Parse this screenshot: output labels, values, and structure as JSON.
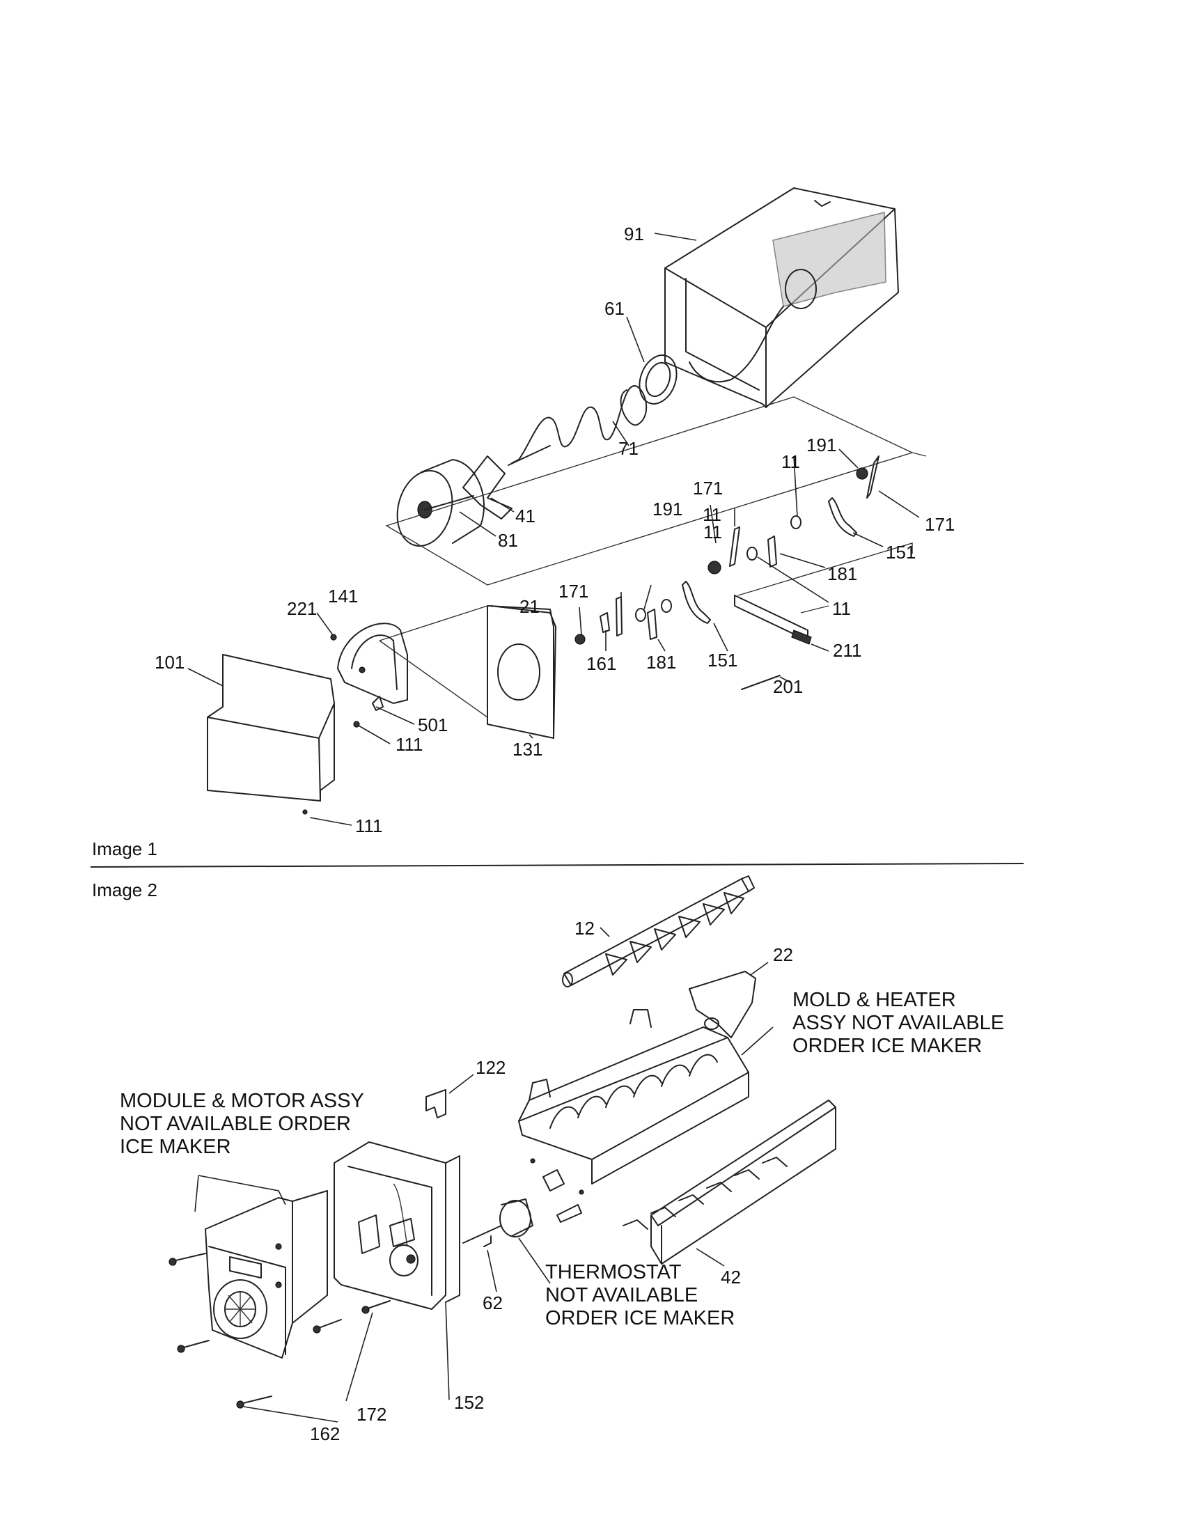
{
  "sections": {
    "image1": "Image 1",
    "image2": "Image 2"
  },
  "image1_callouts": {
    "p91": "91",
    "p61": "61",
    "p71": "71",
    "p41": "41",
    "p81": "81",
    "p191a": "191",
    "p11a": "11",
    "p171a": "171",
    "p171b": "171",
    "p151a": "151",
    "p181a": "181",
    "p11b": "11",
    "p191b": "191",
    "p11c": "11",
    "p11d": "11",
    "p171c": "171",
    "p141": "141",
    "p221": "221",
    "p21": "21",
    "p101": "101",
    "p161": "161",
    "p181b": "181",
    "p151b": "151",
    "p211": "211",
    "p201": "201",
    "p501": "501",
    "p131": "131",
    "p111a": "111",
    "p111b": "111"
  },
  "image2_callouts": {
    "p12": "12",
    "p22": "22",
    "p122": "122",
    "p42": "42",
    "p62": "62",
    "p152": "152",
    "p172": "172",
    "p162": "162"
  },
  "notes": {
    "mold": [
      "MOLD & HEATER",
      "ASSY NOT AVAILABLE",
      "ORDER ICE MAKER"
    ],
    "module": [
      "MODULE & MOTOR ASSY",
      "NOT AVAILABLE ORDER",
      "ICE MAKER"
    ],
    "thermostat": [
      "THERMOSTAT",
      "NOT AVAILABLE",
      "ORDER ICE MAKER"
    ]
  }
}
